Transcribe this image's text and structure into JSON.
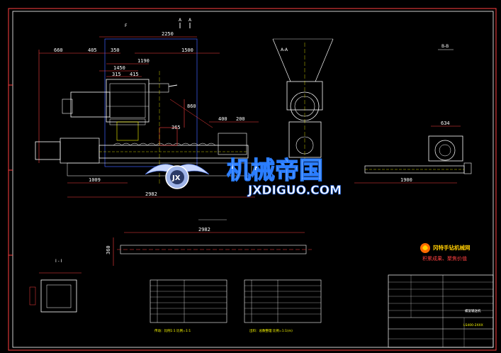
{
  "dims": {
    "d2250": "2250",
    "d660": "660",
    "d405": "405",
    "d350": "350",
    "d1500": "1500",
    "d1190": "1190",
    "d1450": "1450",
    "d315": "315",
    "d415": "415",
    "d860": "860",
    "d400": "400",
    "d200": "200",
    "d365": "365",
    "d1009": "1009",
    "d2982": "2982",
    "d1900": "1900",
    "d634": "634",
    "d2982b": "2982",
    "d360": "360"
  },
  "section_labels": {
    "aa": "A-A",
    "bb": "B-B",
    "a1": "A",
    "a2": "A",
    "f": "F"
  },
  "watermark": {
    "badge": "JX",
    "title": "机械帝国",
    "url": "JXDIGUO.COM",
    "brand_cn": "冈特手钻机械网",
    "slogan": "积累成果、聚焦价值"
  },
  "tables": {
    "left_caption": "传动：比例1:1  比例=1:1",
    "right_caption": "出料：总数整理  比例=1:1(m)"
  },
  "titleblock": {
    "main": "LS400-2XXX",
    "sub": "螺旋输送机"
  }
}
